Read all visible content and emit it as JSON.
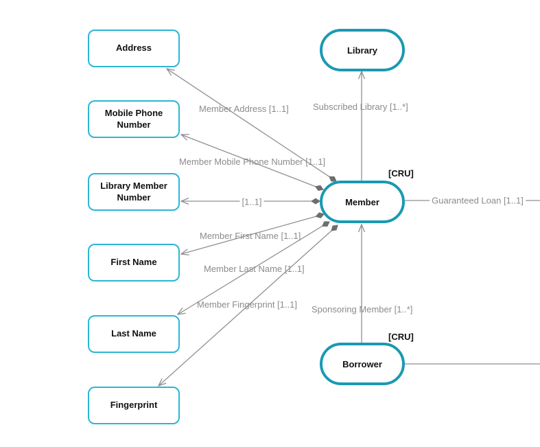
{
  "nodes": {
    "address": {
      "label": "Address"
    },
    "mobile_phone_number": {
      "label": "Mobile Phone Number"
    },
    "library_member_number": {
      "label": "Library Member Number"
    },
    "first_name": {
      "label": "First Name"
    },
    "last_name": {
      "label": "Last Name"
    },
    "fingerprint": {
      "label": "Fingerprint"
    },
    "library": {
      "label": "Library"
    },
    "member": {
      "label": "Member",
      "badge": "[CRU]"
    },
    "borrower": {
      "label": "Borrower",
      "badge": "[CRU]"
    }
  },
  "edges": {
    "member_address": {
      "label": "Member Address [1..1]"
    },
    "member_mobile_phone_number": {
      "label": "Member Mobile Phone Number [1..1]"
    },
    "member_library_member_number": {
      "label": "[1..1]"
    },
    "member_first_name": {
      "label": "Member First Name [1..1]"
    },
    "member_last_name": {
      "label": "Member Last Name [1..1]"
    },
    "member_fingerprint": {
      "label": "Member Fingerprint [1..1]"
    },
    "subscribed_library": {
      "label": "Subscribed Library [1..*]"
    },
    "guaranteed_loan": {
      "label": "Guaranteed Loan [1..1]"
    },
    "sponsoring_member": {
      "label": "Sponsoring Member [1..*]"
    }
  },
  "colors": {
    "entity_border": "#1a99b3",
    "attribute_border": "#2bb6d4",
    "edge": "#8f8f8f",
    "edge_label": "#8b8b8b",
    "diamond": "#6e6e6e",
    "node_text": "#111111"
  }
}
